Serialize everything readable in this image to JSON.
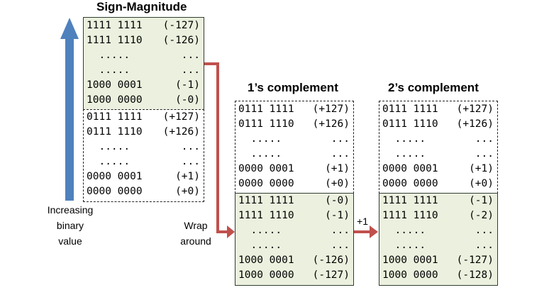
{
  "titles": {
    "sign_magnitude": "Sign-Magnitude",
    "ones_complement": "1’s complement",
    "twos_complement": "2’s complement"
  },
  "side_label": {
    "line1": "Increasing",
    "line2": "binary",
    "line3": "value"
  },
  "wrap_label": {
    "line1": "Wrap",
    "line2": "around"
  },
  "plus_one_label": "+1",
  "colors": {
    "negative_fill": "#ebf1de",
    "wrap_arrow": "#c0504d",
    "value_arrow": "#4f81bd"
  },
  "sign_magnitude": {
    "negative": [
      {
        "bits": "1111 1111",
        "value": "(-127)"
      },
      {
        "bits": "1111 1110",
        "value": "(-126)"
      },
      {
        "bits": "  .....",
        "value": "..."
      },
      {
        "bits": "  .....",
        "value": "..."
      },
      {
        "bits": "1000 0001",
        "value": "(-1)"
      },
      {
        "bits": "1000 0000",
        "value": "(-0)"
      }
    ],
    "positive": [
      {
        "bits": "0111 1111",
        "value": "(+127)"
      },
      {
        "bits": "0111 1110",
        "value": "(+126)"
      },
      {
        "bits": "  .....",
        "value": "..."
      },
      {
        "bits": "  .....",
        "value": "..."
      },
      {
        "bits": "0000 0001",
        "value": "(+1)"
      },
      {
        "bits": "0000 0000",
        "value": "(+0)"
      }
    ]
  },
  "ones_complement": {
    "positive": [
      {
        "bits": "0111 1111",
        "value": "(+127)"
      },
      {
        "bits": "0111 1110",
        "value": "(+126)"
      },
      {
        "bits": "  .....",
        "value": "..."
      },
      {
        "bits": "  .....",
        "value": "..."
      },
      {
        "bits": "0000 0001",
        "value": "(+1)"
      },
      {
        "bits": "0000 0000",
        "value": "(+0)"
      }
    ],
    "negative": [
      {
        "bits": "1111 1111",
        "value": "(-0)"
      },
      {
        "bits": "1111 1110",
        "value": "(-1)"
      },
      {
        "bits": "  .....",
        "value": "..."
      },
      {
        "bits": "  .....",
        "value": "..."
      },
      {
        "bits": "1000 0001",
        "value": "(-126)"
      },
      {
        "bits": "1000 0000",
        "value": "(-127)"
      }
    ]
  },
  "twos_complement": {
    "positive": [
      {
        "bits": "0111 1111",
        "value": "(+127)"
      },
      {
        "bits": "0111 1110",
        "value": "(+126)"
      },
      {
        "bits": "  .....",
        "value": "..."
      },
      {
        "bits": "  .....",
        "value": "..."
      },
      {
        "bits": "0000 0001",
        "value": "(+1)"
      },
      {
        "bits": "0000 0000",
        "value": "(+0)"
      }
    ],
    "negative": [
      {
        "bits": "1111 1111",
        "value": "(-1)"
      },
      {
        "bits": "1111 1110",
        "value": "(-2)"
      },
      {
        "bits": "  .....",
        "value": "..."
      },
      {
        "bits": "  .....",
        "value": "..."
      },
      {
        "bits": "1000 0001",
        "value": "(-127)"
      },
      {
        "bits": "1000 0000",
        "value": "(-128)"
      }
    ]
  }
}
